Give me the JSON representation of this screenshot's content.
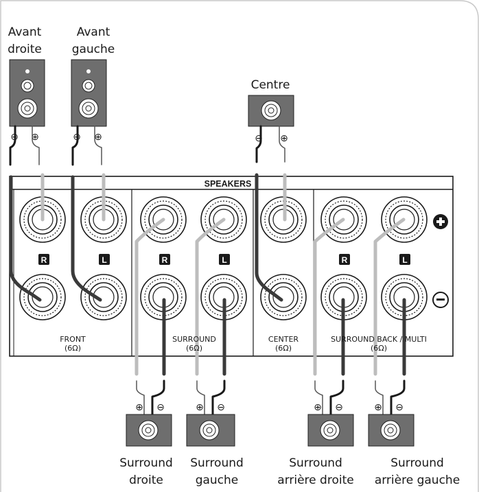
{
  "speakers": {
    "front_right": [
      "Avant",
      "droite"
    ],
    "front_left": [
      "Avant",
      "gauche"
    ],
    "center": [
      "Centre"
    ],
    "surround_right": [
      "Surround",
      "droite"
    ],
    "surround_left": [
      "Surround",
      "gauche"
    ],
    "surround_back_right": [
      "Surround",
      "arrière droite"
    ],
    "surround_back_left": [
      "Surround",
      "arrière gauche"
    ]
  },
  "panel": {
    "header": "SPEAKERS",
    "channel_r": "R",
    "channel_l": "L",
    "plus": "+",
    "minus": "−",
    "groups": {
      "front": [
        "FRONT",
        "(6Ω)"
      ],
      "surround": [
        "SURROUND",
        "(6Ω)"
      ],
      "center": [
        "CENTER",
        "(6Ω)"
      ],
      "surround_back": [
        "SURROUND BACK / MULTI",
        "(6Ω)"
      ]
    }
  },
  "polarity": {
    "plus": "⊕",
    "minus": "⊖"
  },
  "colors": {
    "speaker_box": "#6e6e6e",
    "panel_line": "#1a1a1a",
    "wire_positive": "#bdbdbd",
    "wire_negative": "#3a3a3a",
    "frame": "#c8c8c8"
  }
}
